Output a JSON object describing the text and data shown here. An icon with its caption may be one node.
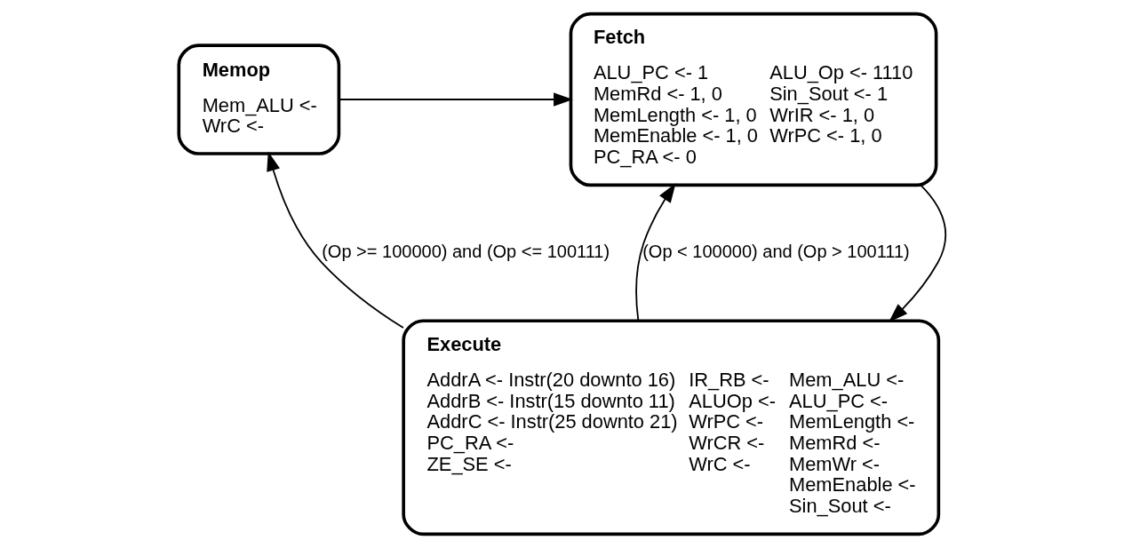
{
  "diagram": {
    "nodes": [
      {
        "text": [
          "Fetch",
          "ALU_PC <- 1",
          "MemRd <- 1, 0",
          "MemLength <- 1, 0",
          "MemEnable <- 1, 0",
          "PC_RA <- 0",
          "ALU_Op <- 1110",
          "Sin_Sout <- 1",
          "WrIR <- 1, 0",
          "WrPC <- 1, 0"
        ]
      },
      {
        "text": [
          "Memop",
          "Mem_ALU <-",
          "WrC <-"
        ]
      },
      {
        "text": [
          "Execute",
          "AddrA <- Instr(20 downto 16)",
          "AddrB <- Instr(15 downto 11)",
          "AddrC <- Instr(25 downto 21)",
          "PC_RA <-",
          "ZE_SE <-",
          "IR_RB <-",
          "ALUOp <-",
          "WrPC <-",
          "WrCR <-",
          "WrC <-",
          "Mem_ALU <-",
          "ALU_PC <-",
          "MemLength <-",
          "MemRd <-",
          "MemWr <-",
          "MemEnable <-",
          "Sin_Sout <-"
        ]
      }
    ],
    "edges": [
      {
        "from": 0,
        "to": 2,
        "arrow": "to"
      },
      {
        "from": 2,
        "to": 0,
        "arrow": "to",
        "label": "(Op < 100000) and (Op > 100111)"
      },
      {
        "from": 2,
        "to": 1,
        "arrow": "to",
        "label": "(Op >= 100000) and (Op <= 100111)"
      },
      {
        "from": 1,
        "to": 0,
        "arrow": "to"
      }
    ]
  }
}
